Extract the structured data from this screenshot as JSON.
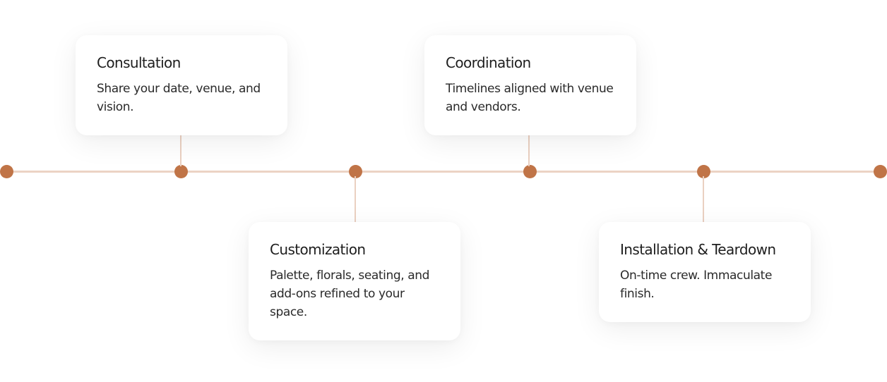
{
  "colors": {
    "accent": "#c07447",
    "line": "#ecd3c4",
    "card_bg": "#ffffff",
    "title_text": "#1e1e1e",
    "body_text": "#2a2a2a"
  },
  "timeline": {
    "steps": [
      {
        "title": "Consultation",
        "description": "Share your date, venue, and vision.",
        "position": "above"
      },
      {
        "title": "Customization",
        "description": "Palette, florals, seating, and add-ons refined to your space.",
        "position": "below"
      },
      {
        "title": "Coordination",
        "description": "Timelines aligned with venue and vendors.",
        "position": "above"
      },
      {
        "title": "Installation & Teardown",
        "description": "On-time crew. Immaculate finish.",
        "position": "below"
      }
    ]
  }
}
